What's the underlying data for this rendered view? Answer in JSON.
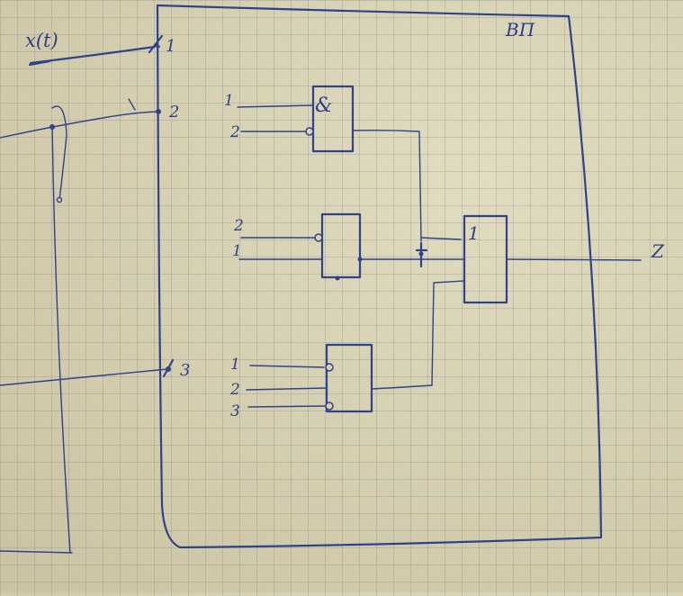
{
  "block_label": "ВП",
  "input_signal_label": "x(t)",
  "output_label": "Z",
  "terminal_labels": [
    "1",
    "2",
    "3"
  ],
  "gates": {
    "and_top": {
      "symbol": "&",
      "input_labels": [
        "1",
        "2"
      ]
    },
    "gate_mid": {
      "symbol": "",
      "input_labels": [
        "2",
        "1"
      ]
    },
    "gate_bottom": {
      "symbol": "",
      "input_labels": [
        "1",
        "2",
        "3"
      ]
    },
    "or_gate": {
      "symbol": "1"
    }
  },
  "colors": {
    "ink": "#2f428a",
    "paper": "#d9d3b4",
    "grid": "#7882968c"
  }
}
